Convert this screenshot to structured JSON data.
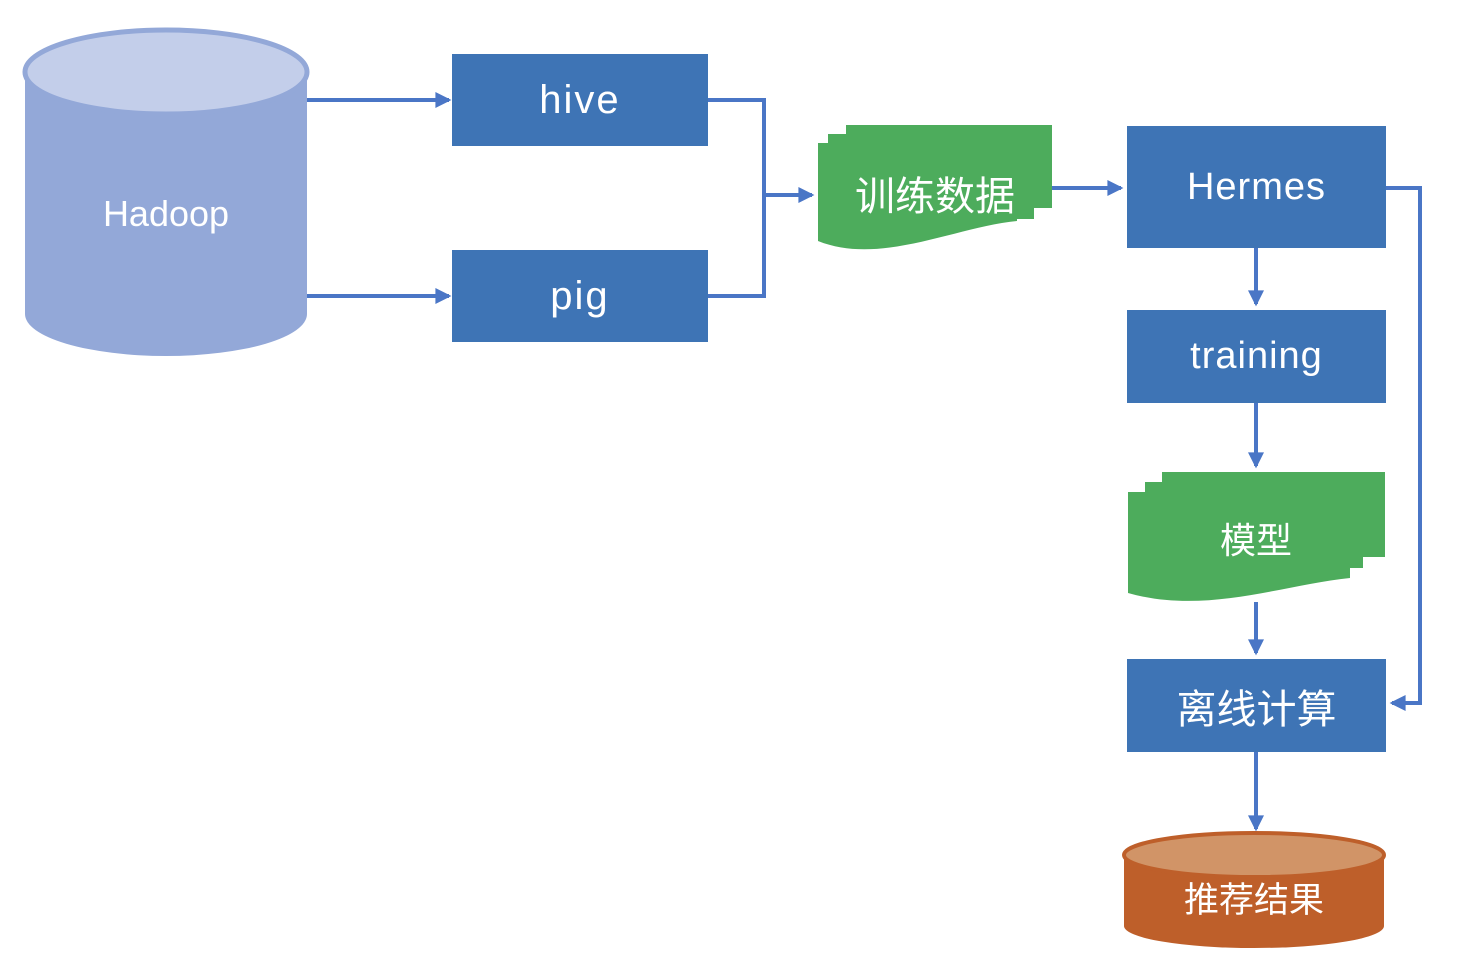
{
  "diagram": {
    "background": "#ffffff",
    "edge_color": "#4A76C6",
    "nodes": {
      "hadoop": {
        "label": "Hadoop",
        "shape": "cylinder",
        "fill": "#93A8D8",
        "top_fill": "#C3CEEA",
        "text_color": "#ffffff"
      },
      "hive": {
        "label": "hive",
        "shape": "rectangle",
        "fill": "#3E74B5",
        "text_color": "#ffffff"
      },
      "pig": {
        "label": "pig",
        "shape": "rectangle",
        "fill": "#3E74B5",
        "text_color": "#ffffff"
      },
      "training_data": {
        "label": "训练数据",
        "shape": "multidocument",
        "fill": "#4DAC5C",
        "text_color": "#ffffff"
      },
      "hermes": {
        "label": "Hermes",
        "shape": "rectangle",
        "fill": "#3E74B5",
        "text_color": "#ffffff"
      },
      "training": {
        "label": "training",
        "shape": "rectangle",
        "fill": "#3E74B5",
        "text_color": "#ffffff"
      },
      "model": {
        "label": "模型",
        "shape": "multidocument",
        "fill": "#4DAC5C",
        "text_color": "#ffffff"
      },
      "offline_compute": {
        "label": "离线计算",
        "shape": "rectangle",
        "fill": "#3E74B5",
        "text_color": "#ffffff"
      },
      "recommendation_result": {
        "label": "推荐结果",
        "shape": "cylinder",
        "fill": "#BE5F2A",
        "top_fill": "#D19467",
        "text_color": "#ffffff"
      }
    },
    "edges": [
      {
        "from": "hadoop",
        "to": "hive",
        "arrow": true
      },
      {
        "from": "hadoop",
        "to": "pig",
        "arrow": true
      },
      {
        "from": "hive",
        "to": "junction",
        "arrow": false
      },
      {
        "from": "pig",
        "to": "junction",
        "arrow": false
      },
      {
        "from": "junction",
        "to": "training_data",
        "arrow": true
      },
      {
        "from": "training_data",
        "to": "hermes",
        "arrow": true
      },
      {
        "from": "hermes",
        "to": "training",
        "arrow": true
      },
      {
        "from": "training",
        "to": "model",
        "arrow": true
      },
      {
        "from": "model",
        "to": "offline_compute",
        "arrow": true
      },
      {
        "from": "hermes",
        "to": "offline_compute",
        "arrow": true
      },
      {
        "from": "offline_compute",
        "to": "recommendation_result",
        "arrow": true
      }
    ]
  }
}
